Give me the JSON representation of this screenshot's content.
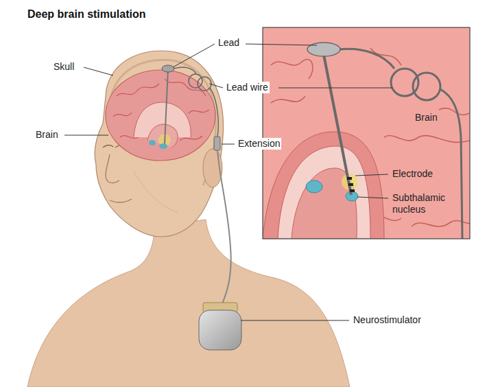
{
  "diagram": {
    "title": "Deep brain stimulation",
    "labels": [
      "Skull",
      "Brain",
      "Lead",
      "Lead wire",
      "Extension",
      "Neurostimulator",
      "Brain",
      "Electrode",
      "Subthalamic nucleus"
    ]
  }
}
